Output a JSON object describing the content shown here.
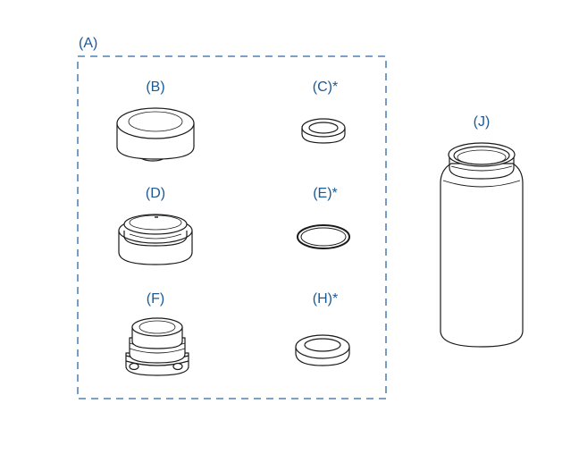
{
  "colors": {
    "label": "#1a5a96",
    "group_border": "#2a6aa8",
    "line": "#1a1a1a"
  },
  "labels": {
    "group": "(A)",
    "b": "(B)",
    "c": "(C)*",
    "d": "(D)",
    "e": "(E)*",
    "f": "(F)",
    "h": "(H)*",
    "j": "(J)"
  }
}
